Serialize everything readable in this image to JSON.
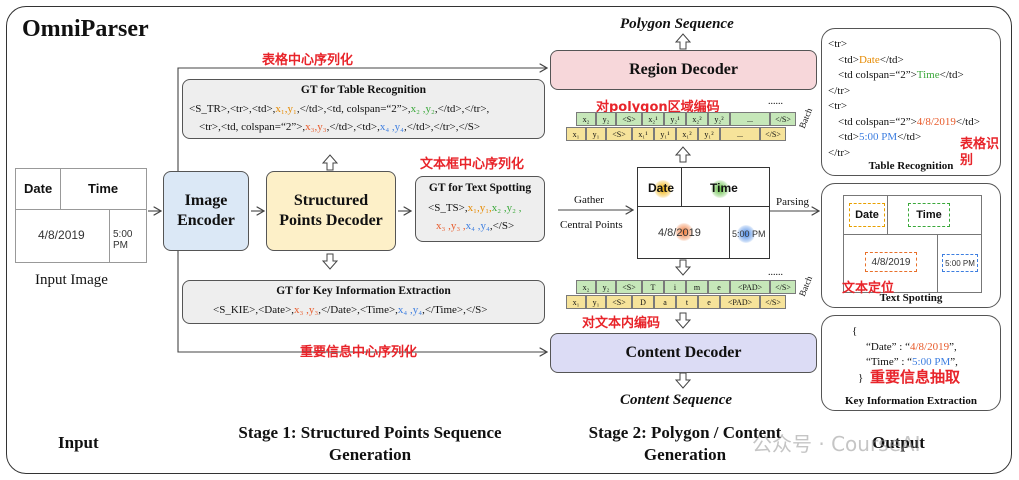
{
  "title": "OmniParser",
  "input_image": {
    "date_label": "Date",
    "time_label": "Time",
    "date_value": "4/8/2019",
    "time_value": "5:00 PM",
    "caption": "Input Image"
  },
  "image_encoder": {
    "line1": "Image",
    "line2": "Encoder"
  },
  "structured_decoder": {
    "line1": "Structured",
    "line2": "Points Decoder"
  },
  "gt_table": {
    "title": "GT for Table Recognition",
    "line1_a": "<S_TR>,<tr>,<td>,",
    "line1_b": "x₁,y₁",
    "line1_c": ",</td>,<td, colspan=“2”>,",
    "line1_d": "x₂ ,y₂",
    "line1_e": ",</td>,</tr>,",
    "line2_a": "<tr>,<td, colspan=“2”>,",
    "line2_b": "x₃,y₃",
    "line2_c": ",</td>,<td>,",
    "line2_d": "x₄ ,y₄",
    "line2_e": ",</td>,</tr>,</S>"
  },
  "gt_text": {
    "title": "GT for Text Spotting",
    "line1_a": "<S_TS>,",
    "line1_b": "x₁,y₁,",
    "line1_c": "x₂ ,y₂ ,",
    "line2_a": "x₃ ,y₃ ,",
    "line2_b": "x₄ ,y₄",
    "line2_c": ",</S>"
  },
  "gt_kie": {
    "title": "GT for Key Information Extraction",
    "line_a": "<S_KIE>,<Date>,",
    "line_b": "x₃ ,y₃",
    "line_c": ",</Date>,<Time>,",
    "line_d": "x₄ ,y₄",
    "line_e": ",</Time>,</S>"
  },
  "cn_labels": {
    "table_seq": "表格中心序列化",
    "text_seq": "文本框中心序列化",
    "kie_seq": "重要信息中心序列化",
    "polygon_encode": "对polygon区域编码",
    "text_encode": "对文本内编码",
    "table_recog": "表格识别",
    "text_loc": "文本定位",
    "kie_extract": "重要信息抽取"
  },
  "polygon_sequence": "Polygon Sequence",
  "region_decoder": "Region Decoder",
  "content_decoder": "Content Decoder",
  "content_sequence": "Content Sequence",
  "gather": "Gather",
  "central_points": "Central Points",
  "parsing": "Parsing",
  "batch": "Batch",
  "dots": "......",
  "poly_tokens_top": [
    "x₂",
    "y₂",
    "<S>",
    "x₂¹",
    "y₂¹",
    "x₂²",
    "y₂²",
    "...",
    "</S>"
  ],
  "poly_tokens_bottom": [
    "x₁",
    "y₁",
    "<S>",
    "x₁¹",
    "y₁¹",
    "x₁²",
    "y₁²",
    "...",
    "</S>"
  ],
  "content_tokens_top": [
    "x₂",
    "y₂",
    "<S>",
    "T",
    "i",
    "m",
    "e",
    "<PAD>",
    "</S>"
  ],
  "content_tokens_bottom": [
    "x₁",
    "y₁",
    "<S>",
    "D",
    "a",
    "t",
    "e",
    "<PAD>",
    "</S>"
  ],
  "output_table": {
    "l1": "<tr>",
    "l2a": "<td>",
    "l2b": "Date",
    "l2c": "</td>",
    "l3a": "<td colspan=“2”>",
    "l3b": "Time",
    "l3c": "</td>",
    "l4": "</tr>",
    "l5": "<tr>",
    "l6a": "<td colspan=“2”>",
    "l6b": "4/8/2019",
    "l6c": "</td>",
    "l7a": "<td>",
    "l7b": "5:00 PM",
    "l7c": "</td>",
    "l8": "</tr>",
    "caption": "Table Recognition"
  },
  "output_text": {
    "caption": "Text Spotting"
  },
  "output_kie": {
    "open": "{",
    "date_key": "“Date” : “",
    "date_val": "4/8/2019",
    "date_end": "”,",
    "time_key": "“Time” : “",
    "time_val": "5:00 PM",
    "time_end": "”,",
    "close": "}",
    "caption": "Key Information Extraction"
  },
  "bottom": {
    "input": "Input",
    "stage1_l1": "Stage 1: Structured Points Sequence",
    "stage1_l2": "Generation",
    "stage2_l1": "Stage 2: Polygon / Content",
    "stage2_l2": "Generation",
    "output": "Output",
    "watermark": "公众号 · CourseAI"
  },
  "colors": {
    "region": "#f7d7da",
    "content": "#dcdcf5",
    "encoder": "#dbe8f6",
    "decoder": "#fdf0c8",
    "token_green": "#c6e7b9",
    "token_yellow": "#f6e39a",
    "red_label": "#e8242a"
  }
}
